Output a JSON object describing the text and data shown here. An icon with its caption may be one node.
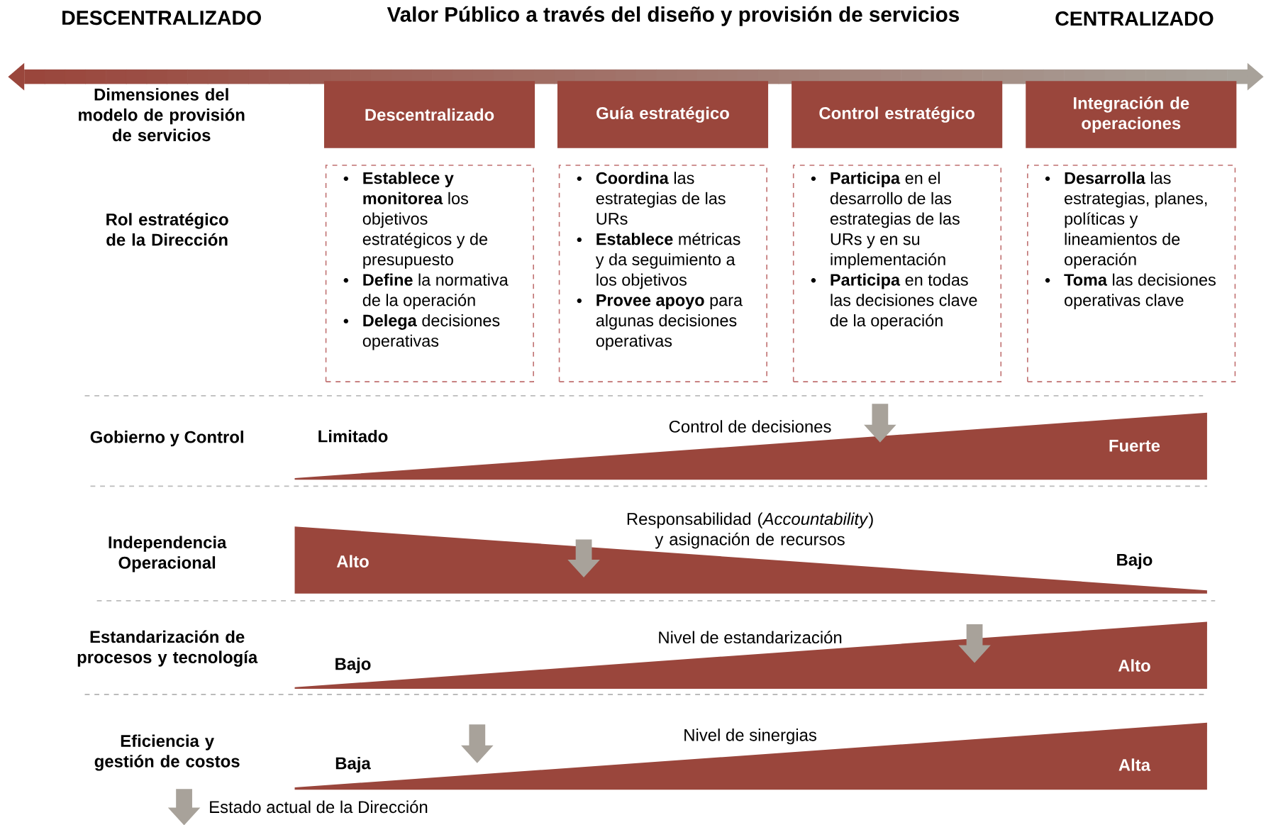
{
  "diagram": {
    "title": "Valor Público a través del diseño y provisión de servicios",
    "nodes": [
      {
        "text": [
          "Descentralizado"
        ]
      },
      {
        "text": [
          "Guía estratégico"
        ]
      },
      {
        "text": [
          "Control estratégico"
        ]
      },
      {
        "text": [
          "Integración de operaciones"
        ]
      },
      {
        "text": [
          "**Establece y monitorea** los objetivos estratégicos y de presupuesto",
          "**Define** la normativa de la operación",
          "**Delega** decisiones operativas"
        ]
      },
      {
        "text": [
          "**Coordina** las estrategias de las URs",
          "**Establece** métricas y da seguimiento a los objetivos",
          "**Provee apoyo** para algunas decisiones operativas"
        ]
      },
      {
        "text": [
          "**Participa** en el desarrollo de las estrategias de las URs y en su implementación",
          "**Participa** en todas las decisiones clave de la operación"
        ]
      },
      {
        "text": [
          "**Desarrolla** las estrategias, planes, políticas y lineamientos de operación",
          "**Toma** las decisiones operativas clave"
        ]
      }
    ],
    "labels": [
      "DESCENTRALIZADO",
      "CENTRALIZADO",
      "Dimensiones del modelo de provisión de servicios",
      "Rol estratégico de la Dirección",
      "Gobierno y Control",
      "Limitado",
      "Control de decisiones",
      "Fuerte",
      "Independencia Operacional",
      "Responsabilidad (*Accountability*) y asignación de recursos",
      "Alto",
      "Bajo",
      "Estandarización de procesos y tecnología",
      "Nivel de estandarización",
      "Bajo",
      "Alto",
      "Eficiencia y gestión de costos",
      "Nivel de sinergias",
      "Baja",
      "Alta"
    ],
    "legend": [
      {
        "text": "Estado actual de la Dirección"
      }
    ]
  }
}
